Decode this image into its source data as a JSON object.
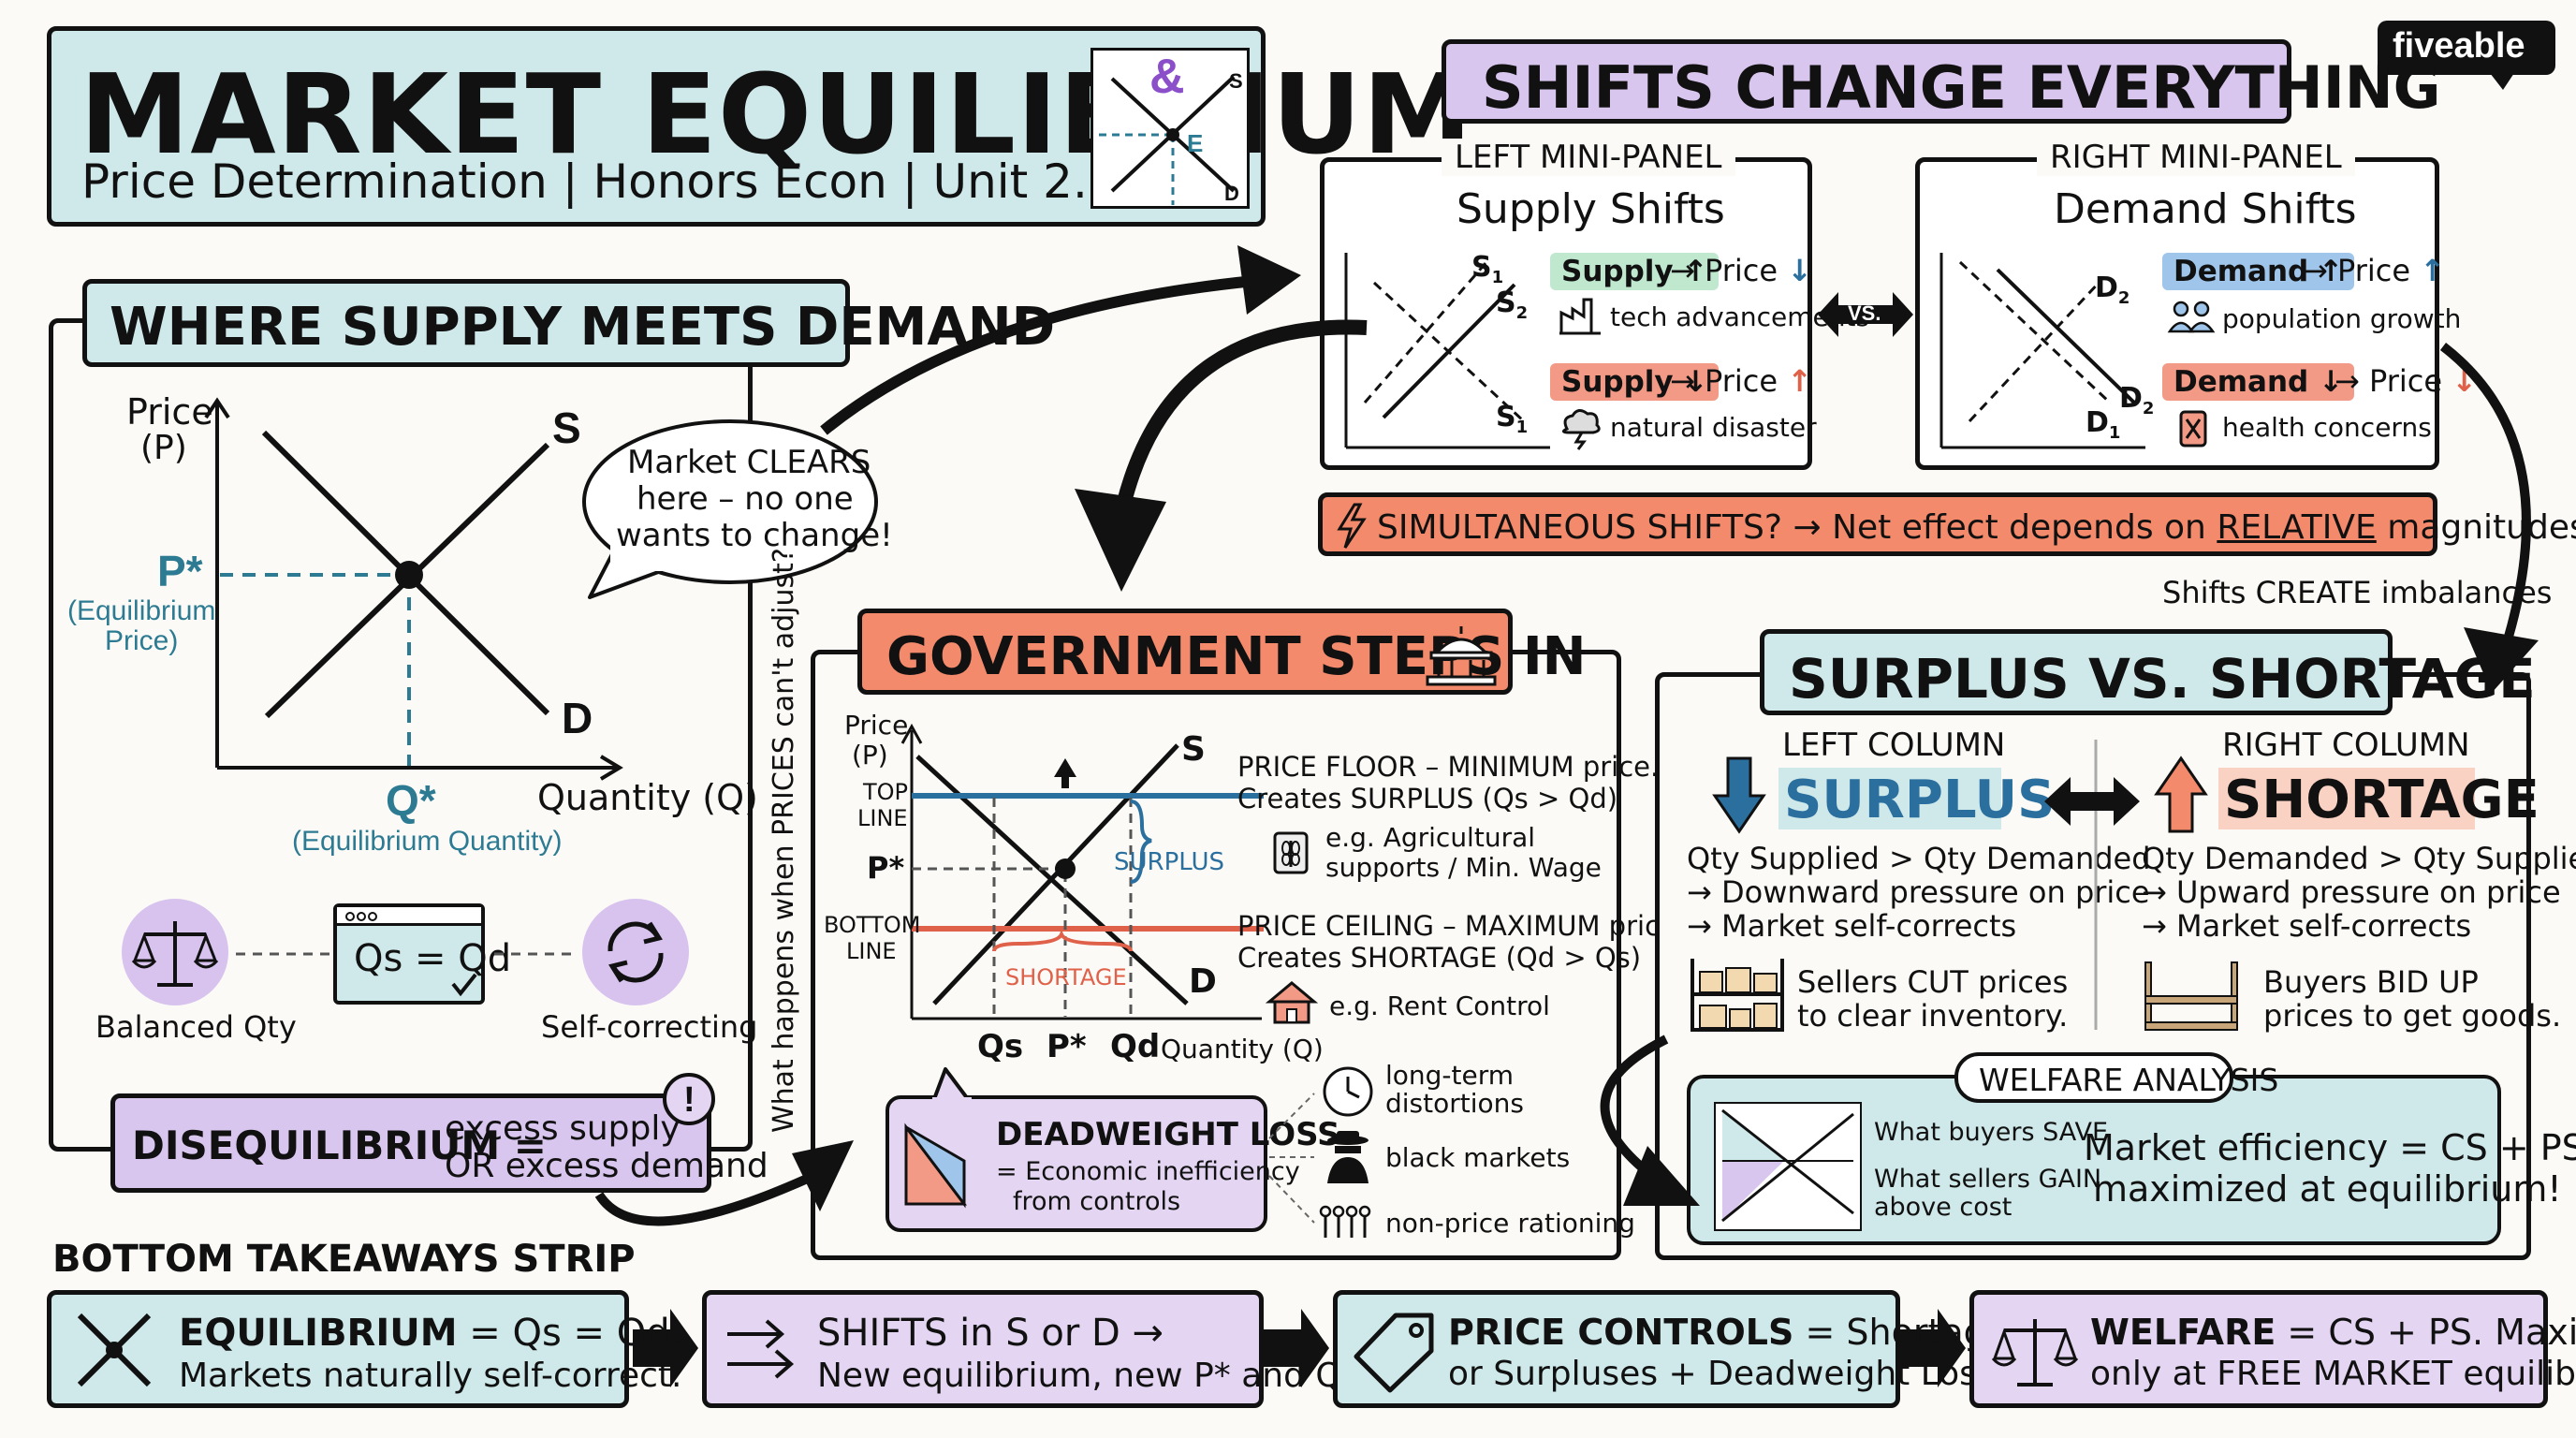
{
  "header": {
    "title": "MARKET EQUILIBRIUM",
    "subtitle": "Price Determination | Honors Econ | Unit 2.2",
    "icon_labels": {
      "amp": "&",
      "s": "S",
      "e": "E",
      "d": "D"
    }
  },
  "brand": {
    "logo": "fiveable"
  },
  "where": {
    "title": "WHERE SUPPLY MEETS DEMAND",
    "price_axis": "Price",
    "price_axis_sub": "(P)",
    "qty_axis": "Quantity (Q)",
    "s_label": "S",
    "d_label": "D",
    "p_star": "P*",
    "p_star_sub_1": "(Equilibrium",
    "p_star_sub_2": "Price)",
    "q_star": "Q*",
    "q_star_sub": "(Equilibrium Quantity)",
    "bubble_1": "Market CLEARS",
    "bubble_2": "here – no one",
    "bubble_3": "wants to change!",
    "balanced": "Balanced Qty",
    "qs_qd": "Qs = Qd",
    "self_correcting": "Self-correcting"
  },
  "diseq": {
    "label": "DISEQUILIBRIUM =",
    "line1": "excess supply",
    "line2": "OR excess demand",
    "alert": "!"
  },
  "shifts": {
    "title": "SHIFTS CHANGE EVERYTHING",
    "left_caption": "LEFT MINI-PANEL",
    "left_title": "Supply Shifts",
    "s1_top": "S",
    "s2": "S",
    "s1_bot": "S",
    "supply_up": "Supply",
    "supply_up_result": "→ Price",
    "tech": "tech advancements",
    "supply_down": "Supply",
    "supply_down_result": "→ Price",
    "disaster": "natural disaster",
    "vs": "VS.",
    "right_caption": "RIGHT MINI-PANEL",
    "right_title": "Demand Shifts",
    "d2_top": "D",
    "d2_bot": "D",
    "d1": "D",
    "demand_up": "Demand",
    "demand_up_result": "→ Price",
    "population": "population growth",
    "demand_down": "Demand",
    "demand_down_result": "→ Price",
    "health": "health concerns",
    "simul": "SIMULTANEOUS SHIFTS? → Net effect depends on",
    "simul_relative": "RELATIVE",
    "simul_end": "magnitudes!",
    "imbalance_note": "Shifts CREATE imbalances"
  },
  "gov": {
    "title": "GOVERNMENT STEPS IN",
    "side_question": "What happens when PRICES can't adjust?",
    "price_axis": "Price",
    "price_axis_sub": "(P)",
    "top_line_1": "TOP",
    "top_line_2": "LINE",
    "p_star": "P*",
    "bottom_line_1": "BOTTOM",
    "bottom_line_2": "LINE",
    "s": "S",
    "d": "D",
    "surplus": "SURPLUS",
    "shortage": "SHORTAGE",
    "qs": "Qs",
    "pstar_x": "P*",
    "qd": "Qd",
    "qty_axis": "Quantity (Q)",
    "floor_1": "PRICE FLOOR – MINIMUM price.",
    "floor_2": "Creates SURPLUS (Qs > Qd)",
    "floor_eg_1": "e.g. Agricultural",
    "floor_eg_2": "supports / Min. Wage",
    "ceiling_1": "PRICE CEILING – MAXIMUM price.",
    "ceiling_2": "Creates SHORTAGE (Qd > Qs)",
    "ceiling_eg": "e.g. Rent Control",
    "dwl_title": "DEADWEIGHT LOSS",
    "dwl_sub_1": "= Economic inefficiency",
    "dwl_sub_2": "from controls",
    "eff_1a": "long-term",
    "eff_1b": "distortions",
    "eff_2": "black markets",
    "eff_3": "non-price rationing"
  },
  "surplus": {
    "title": "SURPLUS VS. SHORTAGE",
    "left_caption": "LEFT COLUMN",
    "left_word": "SURPLUS",
    "left_1": "Qty Supplied > Qty Demanded",
    "left_2": "→ Downward pressure on price",
    "left_3": "→ Market self-corrects",
    "left_4": "Sellers CUT prices",
    "left_5": "to clear inventory.",
    "right_caption": "RIGHT COLUMN",
    "right_word": "SHORTAGE",
    "right_1": "Qty Demanded > Qty Supplied",
    "right_2": "→ Upward pressure on price",
    "right_3": "→ Market self-corrects",
    "right_4": "Buyers BID UP",
    "right_5": "prices to get goods.",
    "welfare_title": "WELFARE ANALYSIS",
    "buyers": "What buyers SAVE",
    "sellers_1": "What sellers GAIN",
    "sellers_2": "above cost",
    "eff_1": "Market efficiency = CS + PS",
    "eff_2": "maximized at equilibrium!"
  },
  "bottom": {
    "label": "BOTTOM TAKEAWAYS STRIP",
    "c1_a": "EQUILIBRIUM",
    "c1_b": "= Qs = Qd.",
    "c1_c": "Markets naturally self-correct.",
    "c2_a": "SHIFTS in S or D →",
    "c2_b": "New equilibrium, new P* and Q*.",
    "c3_a": "PRICE CONTROLS",
    "c3_b": "= Shortages",
    "c3_c": "or Surpluses + Deadweight Loss.",
    "c4_a": "WELFARE",
    "c4_b": "= CS + PS. Maximized",
    "c4_c": "only at FREE MARKET equilibrium."
  },
  "colors": {
    "teal": "#cfe9ea",
    "lavender": "#e4d6f2",
    "salmon": "#f48a6c",
    "equilibrium_blue": "#2d7b93",
    "floor_line": "#2b6f9e",
    "ceiling_line": "#e0614a"
  }
}
